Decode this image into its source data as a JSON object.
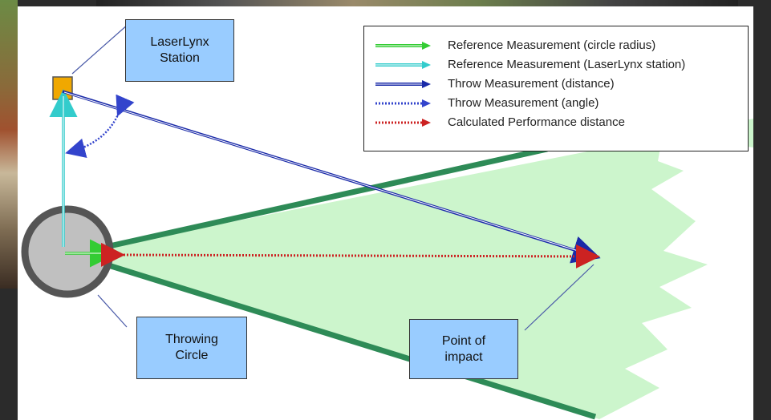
{
  "callouts": {
    "station": "LaserLynx\nStation",
    "circle": "Throwing\nCircle",
    "impact": "Point of\nimpact"
  },
  "legend": {
    "items": [
      {
        "label": "Reference Measurement (circle radius)",
        "color": "#33cc33",
        "style": "double"
      },
      {
        "label": "Reference Measurement (LaserLynx station)",
        "color": "#33cccc",
        "style": "double"
      },
      {
        "label": "Throw Measurement (distance)",
        "color": "#1a2aa8",
        "style": "double"
      },
      {
        "label": "Throw Measurement (angle)",
        "color": "#3344cc",
        "style": "dotted"
      },
      {
        "label": "Calculated Performance distance",
        "color": "#cc2222",
        "style": "dotted"
      }
    ]
  },
  "colors": {
    "sector_fill": "#ccf5cc",
    "sector_line": "#2e8b57",
    "circle_fill": "#c0c0c0",
    "circle_ring": "#555555",
    "station_fill": "#f0a800",
    "callout_fill": "#99ccff"
  }
}
